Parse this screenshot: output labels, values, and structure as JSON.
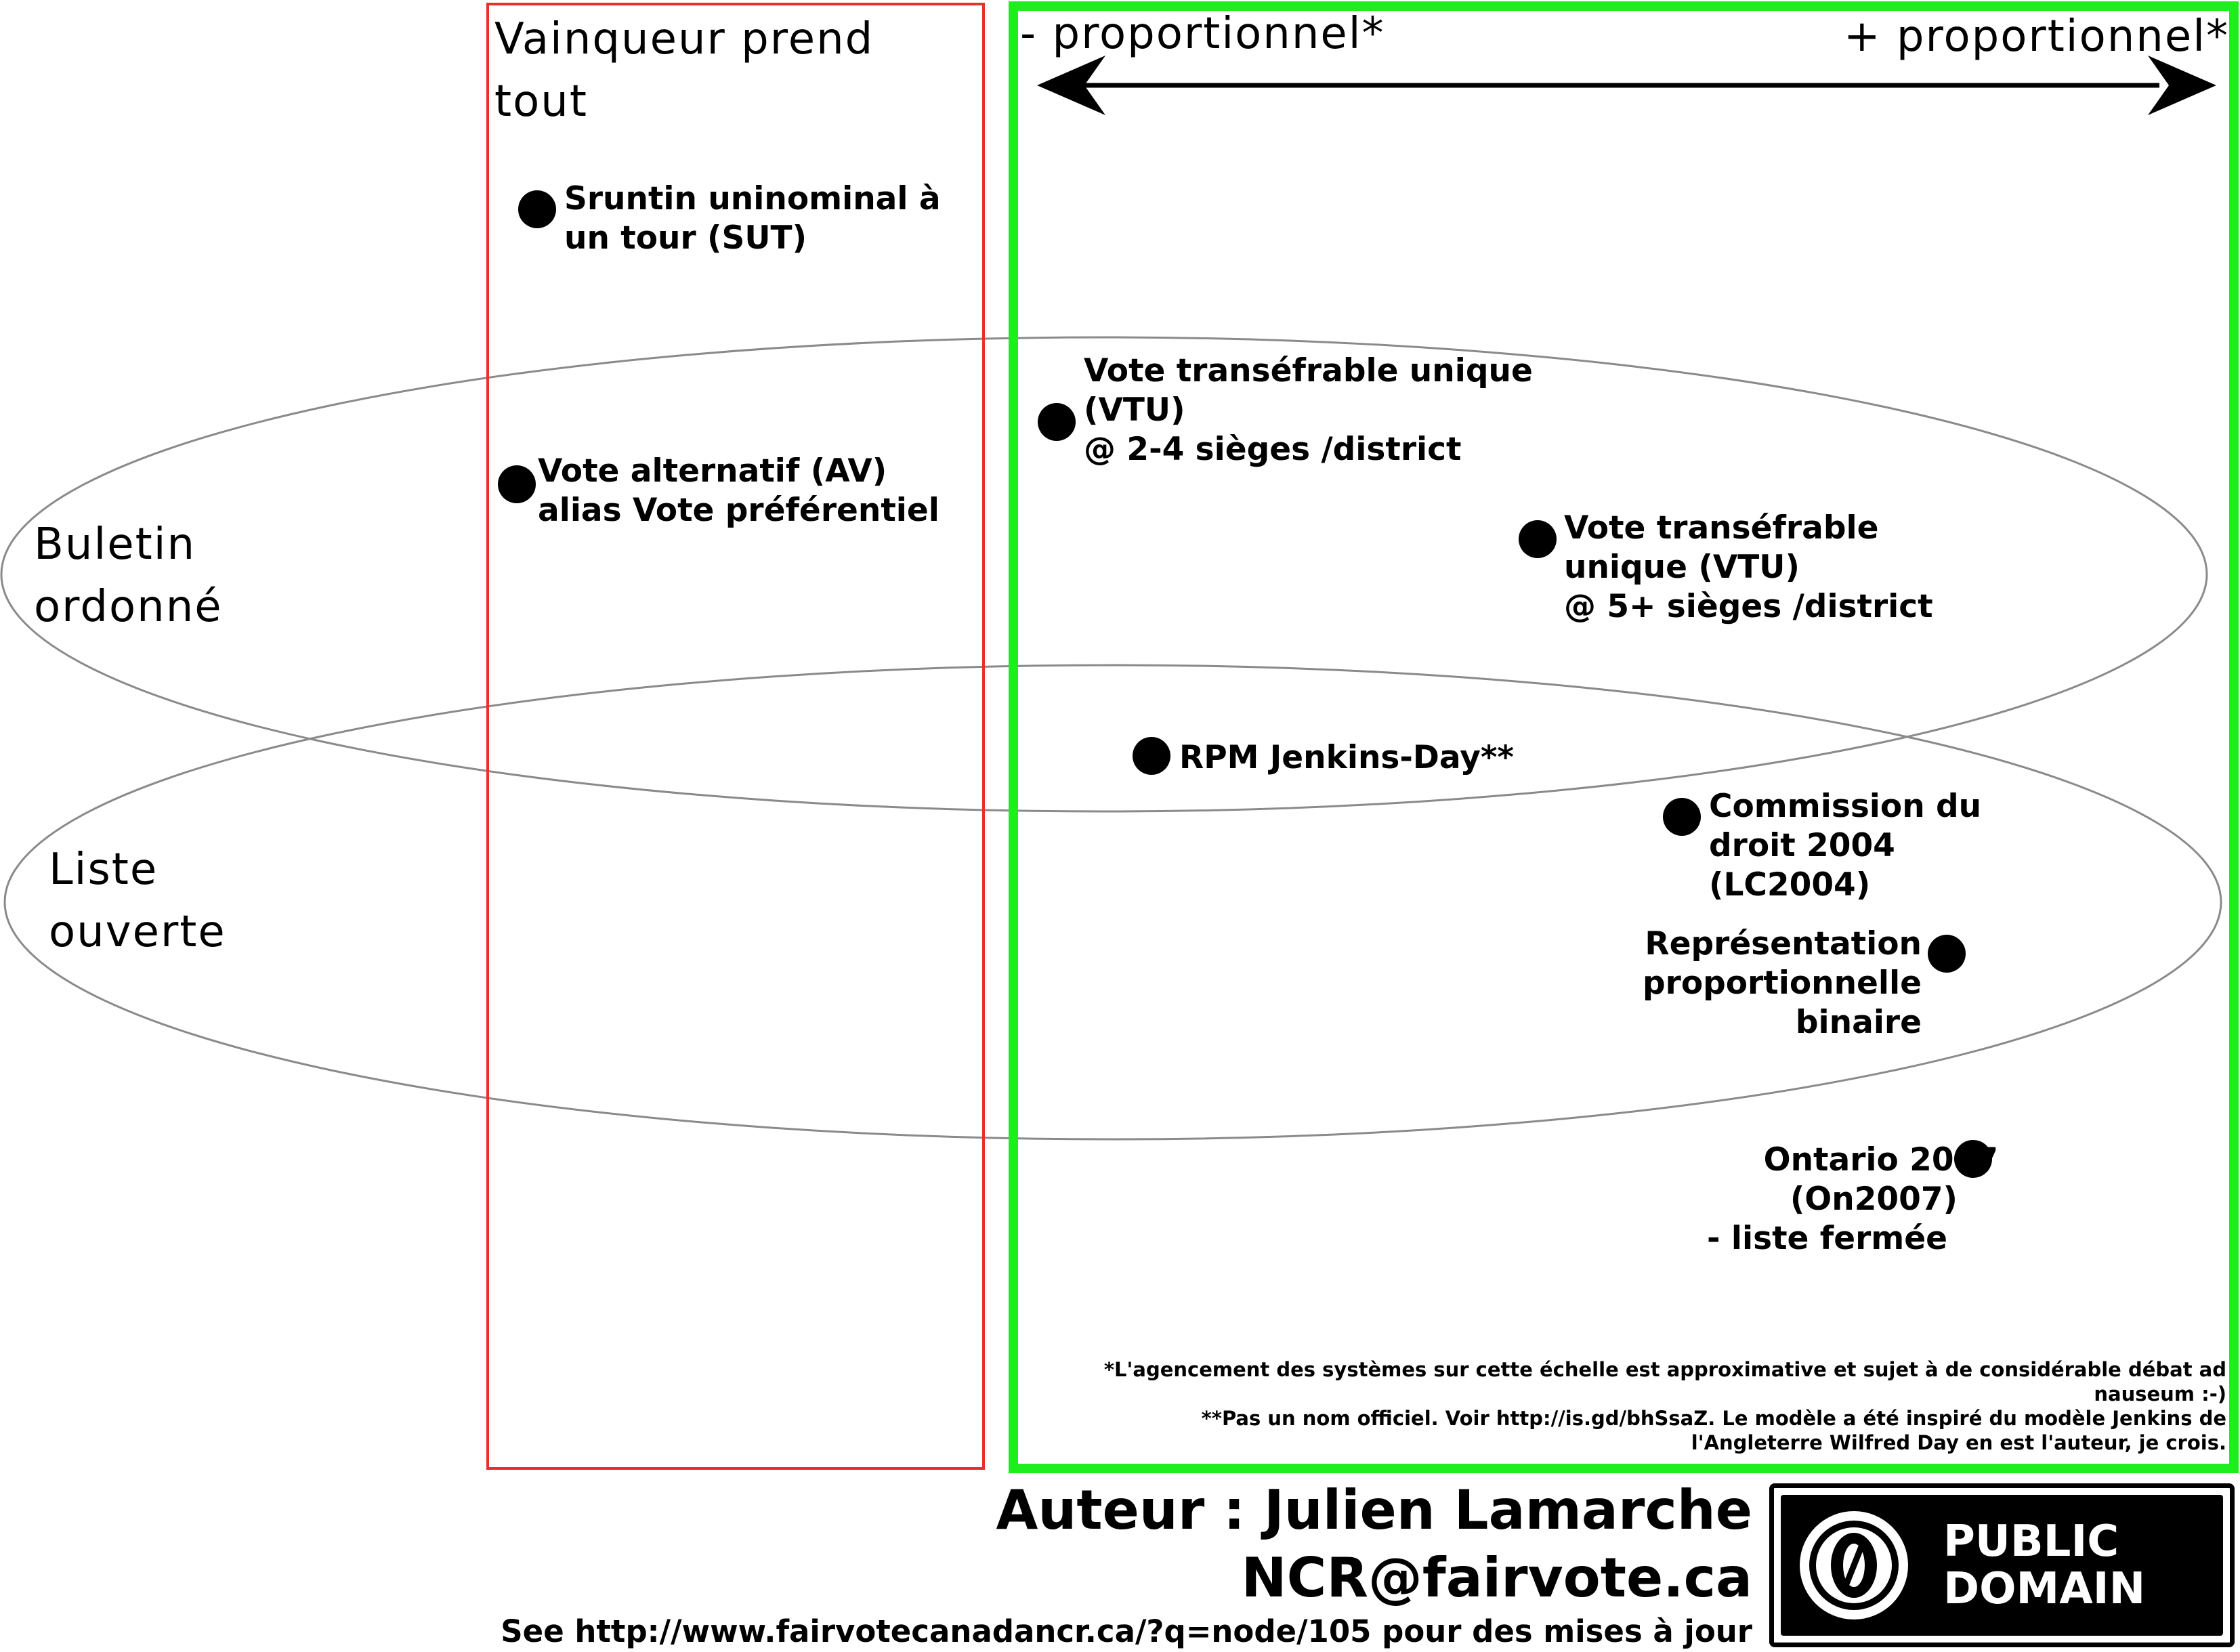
{
  "column_winner": {
    "line1": "Vainqueur prend",
    "line2": "tout"
  },
  "proportional_axis": {
    "left": "- proportionnel*",
    "right": "+ proportionnel*"
  },
  "group_ranked": {
    "line1": "Buletin",
    "line2": "ordonné"
  },
  "group_open_list": {
    "line1": "Liste",
    "line2": "ouverte"
  },
  "systems": {
    "sut": {
      "line1": "Sruntin uninominal à",
      "line2": "un tour (SUT)"
    },
    "av": {
      "line1": "Vote alternatif (AV)",
      "line2": "alias Vote préférentiel"
    },
    "vtu_small": {
      "line1": "Vote transéfrable unique",
      "line2": "(VTU)",
      "line3": "@ 2-4 sièges /district"
    },
    "vtu_large": {
      "line1": "Vote transéfrable",
      "line2": "unique (VTU)",
      "line3": "@ 5+ sièges /district"
    },
    "rpm": {
      "line1": "RPM Jenkins-Day**"
    },
    "lc2004": {
      "line1": "Commission du",
      "line2": "droit 2004",
      "line3": "(LC2004)"
    },
    "rpb": {
      "line1": "Représentation",
      "line2": "proportionnelle",
      "line3": "binaire"
    },
    "on2007": {
      "line1": "Ontario 2007",
      "line2": "(On2007)",
      "line3": "- liste fermée"
    }
  },
  "footnotes": {
    "f1_line1": "*L'agencement des systèmes sur cette échelle est approximative et sujet à de considérable débat ad",
    "f1_line2": "nauseum :-)",
    "f2_line1": "**Pas un nom officiel.  Voir http://is.gd/bhSsaZ.  Le modèle a été inspiré du modèle Jenkins de",
    "f2_line2": "l'Angleterre Wilfred Day en est l'auteur, je crois."
  },
  "credits": {
    "author": "Auteur : Julien Lamarche",
    "email": "NCR@fairvote.ca",
    "updates": "See http://www.fairvotecanadancr.ca/?q=node/105 pour des mises à jour"
  },
  "license": {
    "line1": "PUBLIC",
    "line2": "DOMAIN"
  },
  "colors": {
    "winner_box": "#e8302a",
    "proportional_box": "#1eed1e",
    "ellipse": "#8a8a8a",
    "dot": "#000000"
  }
}
